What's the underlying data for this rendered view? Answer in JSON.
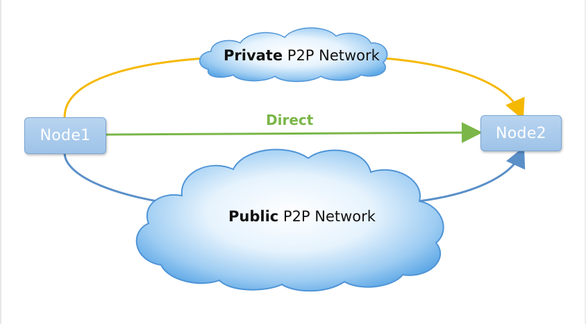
{
  "nodes": {
    "node1": "Node1",
    "node2": "Node2"
  },
  "clouds": {
    "private": {
      "bold": "Private",
      "rest": "P2P Network"
    },
    "public": {
      "bold": "Public",
      "rest": "P2P Network"
    }
  },
  "edges": {
    "direct": "Direct"
  },
  "colors": {
    "private_path": "#f5b800",
    "direct_path": "#7ab648",
    "public_path": "#5a8fc8",
    "node_fill": "#a8cbee",
    "cloud_fill": "#9dccf2"
  }
}
